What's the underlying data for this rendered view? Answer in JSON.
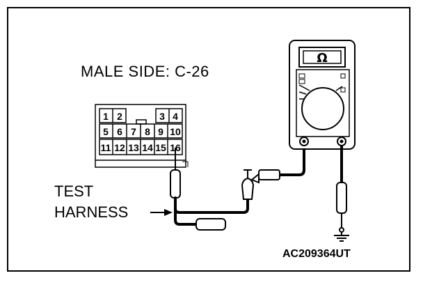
{
  "connector": {
    "title": "MALE SIDE: C-26",
    "pins_row1": [
      "1",
      "2",
      "3",
      "4"
    ],
    "pins_row2": [
      "5",
      "6",
      "7",
      "8",
      "9",
      "10"
    ],
    "pins_row3": [
      "11",
      "12",
      "13",
      "14",
      "15",
      "16"
    ]
  },
  "labels": {
    "test": "TEST",
    "harness": "HARNESS"
  },
  "meter": {
    "display": "Ω"
  },
  "figure_id": "AC209364UT"
}
